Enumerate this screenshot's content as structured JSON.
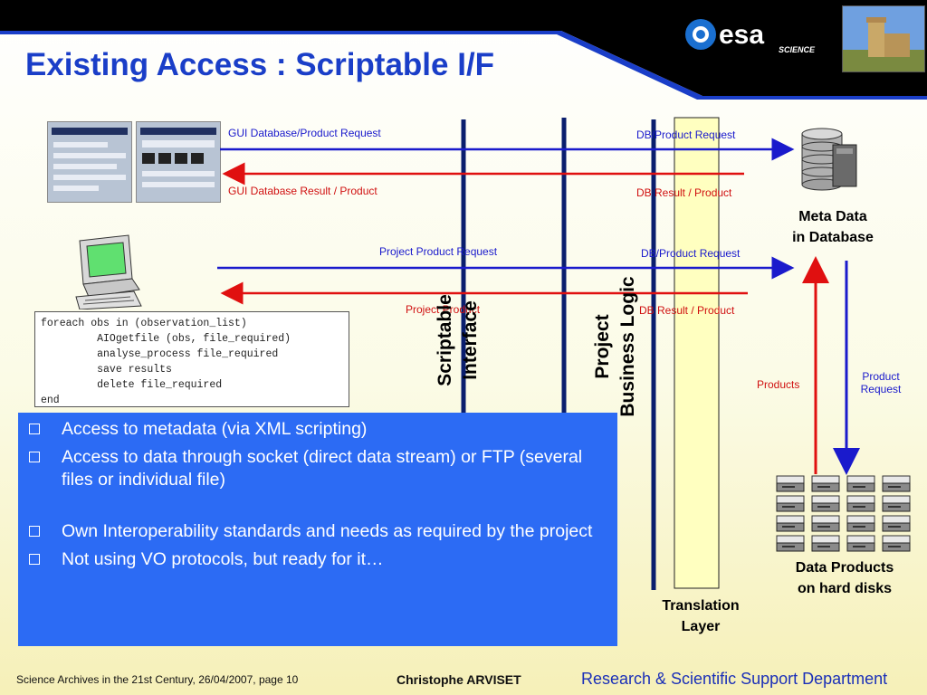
{
  "slide_title": "Existing Access : Scriptable I/F",
  "logo": {
    "text": "esa",
    "subtext": "SCIENCE"
  },
  "arrows": {
    "gui_request": "GUI Database/Product Request",
    "gui_result": "GUI Database Result / Product",
    "db_request_1": "DB/Product Request",
    "db_result_1": "DB Result / Product",
    "project_request": "Project Product Request",
    "project_product": "Project Product",
    "db_request_2": "DB/Product Request",
    "db_result_2": "DB Result / Product",
    "products": "Products",
    "product_request_line1": "Product",
    "product_request_line2": "Request"
  },
  "layers": {
    "scriptable_line1": "Scriptable",
    "scriptable_line2": "Interface",
    "project_line1": "Project",
    "project_line2": "Business Logic",
    "translation_line1": "Translation",
    "translation_line2": "Layer"
  },
  "meta_db": {
    "line1": "Meta Data",
    "line2": "in Database"
  },
  "disks": {
    "line1": "Data Products",
    "line2": "on hard disks"
  },
  "code_lines": [
    "foreach obs in (observation_list)",
    "         AIOgetfile (obs, file_required)",
    "         analyse_process file_required",
    "         save results",
    "         delete file_required",
    "end"
  ],
  "bullets": [
    "Access to metadata (via XML scripting)",
    "Access to data through socket (direct data stream) or FTP (several files or individual file)",
    "Own Interoperability standards and needs as required by the project",
    "Not using VO protocols, but ready for it…"
  ],
  "footer": {
    "left": "Science Archives in the 21st Century, 26/04/2007, page 10",
    "author": "Christophe ARVISET",
    "department": "Research & Scientific Support Department"
  },
  "colors": {
    "title": "#1a3ec8",
    "request_arrow": "#1a1acc",
    "result_arrow": "#e01010",
    "box": "#2c6bf4",
    "header": "#000000"
  }
}
